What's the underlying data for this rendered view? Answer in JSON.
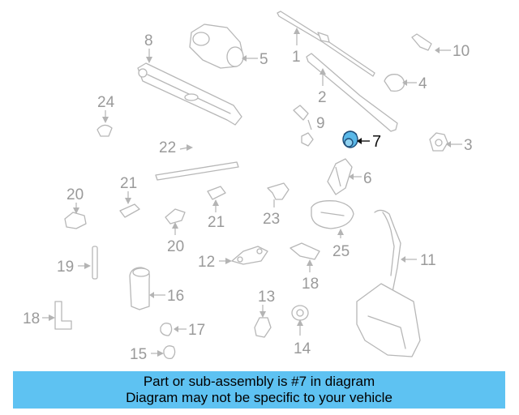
{
  "diagram": {
    "callouts": {
      "c1": "1",
      "c2": "2",
      "c3": "3",
      "c4": "4",
      "c5": "5",
      "c6": "6",
      "c7": "7",
      "c8": "8",
      "c9": "9",
      "c10": "10",
      "c11": "11",
      "c12": "12",
      "c13": "13",
      "c14": "14",
      "c15": "15",
      "c16": "16",
      "c17": "17",
      "c18": "18",
      "c18b": "18",
      "c20": "20",
      "c20b": "20",
      "c21": "21",
      "c21b": "21",
      "c22": "22",
      "c23": "23",
      "c24": "24",
      "c25": "25",
      "c19": "19"
    },
    "highlighted_part": "7",
    "highlight_color": "#5ab8e8"
  },
  "banner": {
    "line1": "Part or sub-assembly is #7 in diagram",
    "line2": "Diagram may not be specific to your vehicle",
    "background": "#5ec2f2"
  }
}
